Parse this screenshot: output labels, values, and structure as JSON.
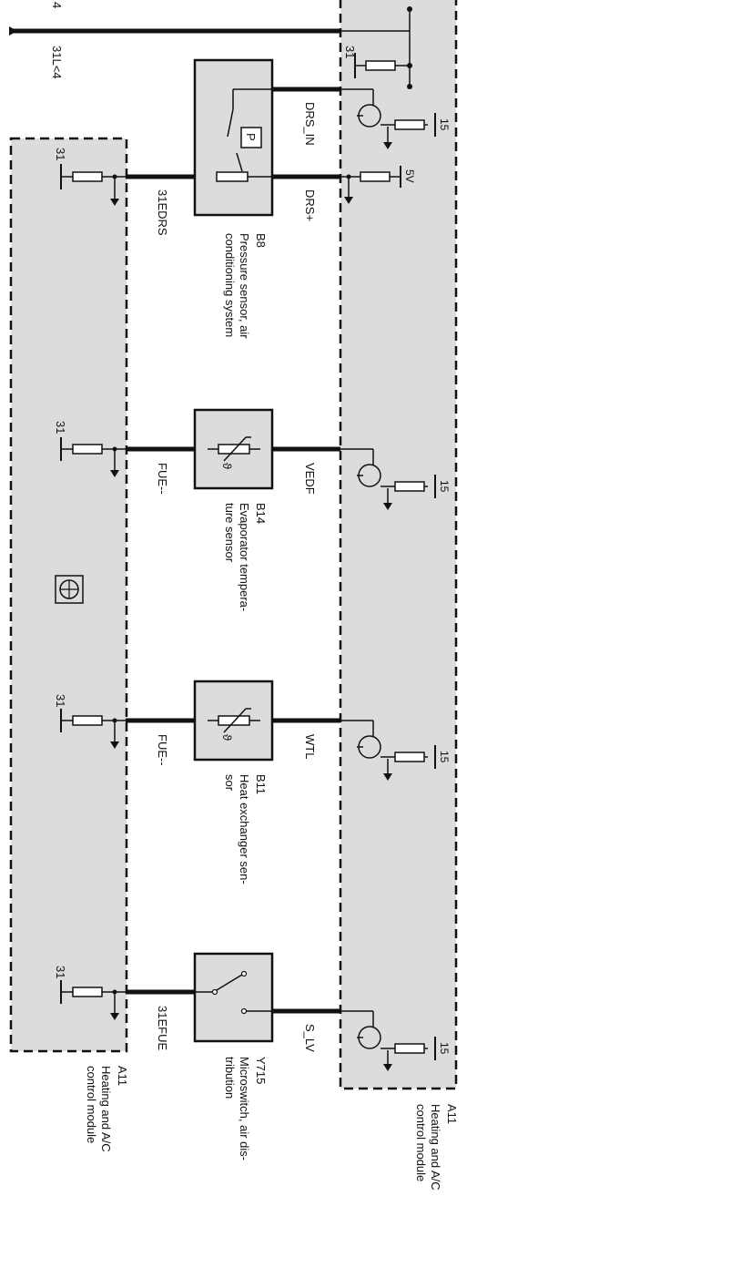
{
  "diagram": {
    "top_cut": {
      "label_a": "31L<4",
      "label_b": "4"
    },
    "module_left": {
      "ref": "A11",
      "name_1": "Heating and A/C",
      "name_2": "control module"
    },
    "module_right": {
      "ref": "A11",
      "name_1": "Heating and A/C",
      "name_2": "control module"
    },
    "components": [
      {
        "ref": "B8",
        "name_1": "Pressure sensor, air",
        "name_2": "conditioning system",
        "left_wire": "31EDRS",
        "right_wire_1": "DRS+",
        "right_wire_2": "DRS_IN",
        "symbol": "P",
        "left_ground": "31",
        "right_supply_1": "5V",
        "right_supply_2": "15"
      },
      {
        "ref": "B14",
        "name_1": "Evaporator tempera-",
        "name_2": "ture sensor",
        "left_wire": "FUE--",
        "right_wire_1": "VEDF",
        "symbol": "ϑ",
        "left_ground": "31",
        "right_supply_1": "15"
      },
      {
        "ref": "B11",
        "name_1": "Heat exchanger sen-",
        "name_2": "sor",
        "left_wire": "FUE--",
        "right_wire_1": "WTL",
        "symbol": "ϑ",
        "left_ground": "31",
        "right_supply_1": "15"
      },
      {
        "ref": "Y715",
        "name_1": "Microswitch, air dis-",
        "name_2": "tribution",
        "left_wire": "31EFUE",
        "right_wire_1": "S_LV",
        "left_ground": "31",
        "right_supply_1": "15"
      }
    ],
    "top_ground": "31",
    "colors": {
      "module_fill": "#dcdcdc",
      "line": "#111111"
    }
  }
}
